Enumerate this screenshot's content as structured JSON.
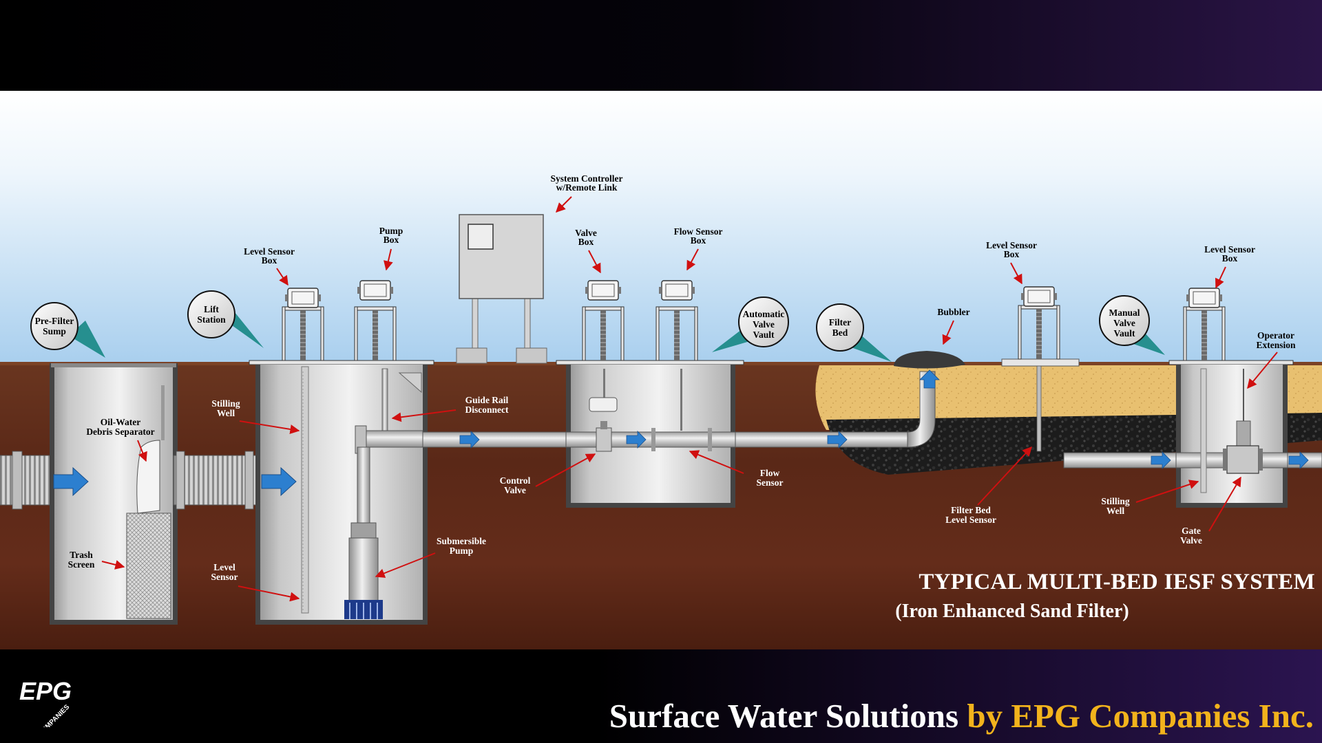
{
  "title": "TYPICAL MULTI-BED IESF SYSTEM",
  "subtitle": "(Iron Enhanced Sand Filter)",
  "footer": {
    "part1": "Surface Water Solutions ",
    "part2": "by EPG Companies Inc."
  },
  "logo": {
    "mark": "EPG",
    "text": "COMPANIES"
  },
  "bubbles": {
    "prefilter": [
      "Pre-Filter",
      "Sump"
    ],
    "lift": [
      "Lift",
      "Station"
    ],
    "auto_valve": [
      "Automatic",
      "Valve",
      "Vault"
    ],
    "filter_bed": [
      "Filter",
      "Bed"
    ],
    "manual_valve": [
      "Manual",
      "Valve",
      "Vault"
    ]
  },
  "labels": {
    "controller": [
      "System Controller",
      "w/Remote Link"
    ],
    "level_sensor_box_1": [
      "Level Sensor",
      "Box"
    ],
    "pump_box": [
      "Pump",
      "Box"
    ],
    "valve_box": [
      "Valve",
      "Box"
    ],
    "flow_sensor_box": [
      "Flow Sensor",
      "Box"
    ],
    "level_sensor_box_2": [
      "Level Sensor",
      "Box"
    ],
    "level_sensor_box_3": [
      "Level Sensor",
      "Box"
    ],
    "bubbler": [
      "Bubbler"
    ],
    "operator_extension": [
      "Operator",
      "Extension"
    ],
    "oil_water": [
      "Oil-Water",
      "Debris Separator"
    ],
    "trash_screen": [
      "Trash",
      "Screen"
    ],
    "stilling_well_1": [
      "Stilling",
      "Well"
    ],
    "level_sensor": [
      "Level",
      "Sensor"
    ],
    "guide_rail": [
      "Guide Rail",
      "Disconnect"
    ],
    "submersible_pump": [
      "Submersible",
      "Pump"
    ],
    "control_valve": [
      "Control",
      "Valve"
    ],
    "flow_sensor": [
      "Flow",
      "Sensor"
    ],
    "filter_bed_level_sensor": [
      "Filter Bed",
      "Level Sensor"
    ],
    "stilling_well_2": [
      "Stilling",
      "Well"
    ],
    "gate_valve": [
      "Gate",
      "Valve"
    ]
  },
  "colors": {
    "sky_top": "#ffffff",
    "sky_bottom": "#a9cfee",
    "soil": "#5e2a18",
    "sand": "#e8c070",
    "gravel": "#1c1c1c",
    "flow_arrow": "#2c7fcf",
    "label_arrow": "#d01010",
    "footer_accent": "#f2b31c"
  }
}
